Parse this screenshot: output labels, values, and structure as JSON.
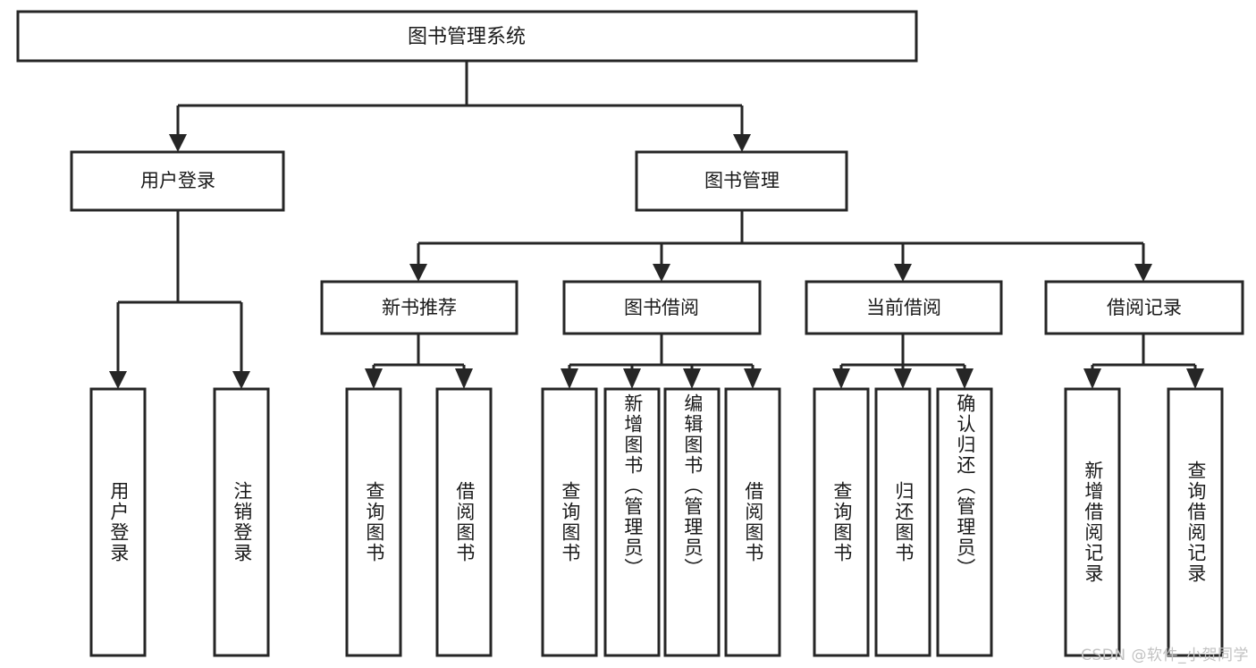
{
  "diagram": {
    "title": "图书管理系统",
    "type": "tree-hierarchy",
    "watermark": "CSDN @软件_小贺同学",
    "colors": {
      "stroke": "#262626",
      "fill": "#ffffff",
      "text": "#1a1a1a",
      "watermark": "#c2c2c2",
      "background": "#ffffff"
    },
    "root": {
      "label": "图书管理系统"
    },
    "level2": [
      {
        "label": "用户登录"
      },
      {
        "label": "图书管理"
      }
    ],
    "level3": [
      {
        "label": "新书推荐"
      },
      {
        "label": "图书借阅"
      },
      {
        "label": "当前借阅"
      },
      {
        "label": "借阅记录"
      }
    ],
    "leaves": {
      "user_login": [
        {
          "label": "用户登录"
        },
        {
          "label": "注销登录"
        }
      ],
      "new_book_recommend": [
        {
          "label": "查询图书"
        },
        {
          "label": "借阅图书"
        }
      ],
      "book_borrow": [
        {
          "label": "查询图书"
        },
        {
          "label": "新增图书（管理员）"
        },
        {
          "label": "编辑图书（管理员）"
        },
        {
          "label": "借阅图书"
        }
      ],
      "current_borrow": [
        {
          "label": "查询图书"
        },
        {
          "label": "归还图书"
        },
        {
          "label": "确认归还（管理员）"
        }
      ],
      "borrow_record": [
        {
          "label": "新增借阅记录"
        },
        {
          "label": "查询借阅记录"
        }
      ]
    }
  }
}
